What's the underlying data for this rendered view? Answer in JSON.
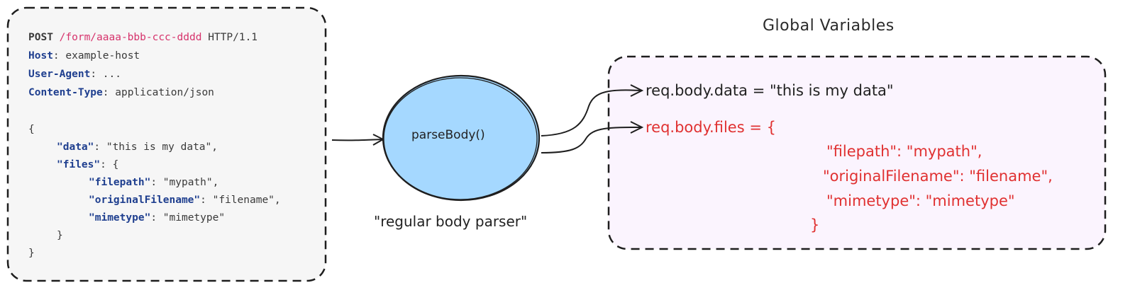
{
  "request": {
    "method": "POST",
    "path": "/form/aaaa-bbb-ccc-dddd",
    "protocol": "HTTP/1.1",
    "headers": [
      {
        "key": "Host",
        "sep": ": ",
        "value": "example-host"
      },
      {
        "key": "User-Agent",
        "sep": ": ",
        "value": "..."
      },
      {
        "key": "Content-Type",
        "sep": ": ",
        "value": "application/json"
      }
    ],
    "body_open": "{",
    "data_key": "\"data\"",
    "data_val": ": \"this is my data\",",
    "files_key": "\"files\"",
    "files_open": ": {",
    "filepath_key": "\"filepath\"",
    "filepath_val": ": \"mypath\",",
    "orig_key": "\"originalFilename\"",
    "orig_val": ": \"filename\",",
    "mime_key": "\"mimetype\"",
    "mime_val": ": \"mimetype\"",
    "files_close": "}",
    "body_close": "}"
  },
  "parser": {
    "function": "parseBody()",
    "caption": "\"regular body parser\"",
    "fill_color": "#a5d8ff"
  },
  "globals": {
    "title": "Global Variables",
    "line1": "req.body.data = \"this is my data\"",
    "line2": "req.body.files = {",
    "line3": "\"filepath\": \"mypath\",",
    "line4": "\"originalFilename\": \"filename\",",
    "line5": "\"mimetype\": \"mimetype\"",
    "line6": "}",
    "accent_color": "#e03131",
    "panel_color": "#fbf4fe"
  }
}
